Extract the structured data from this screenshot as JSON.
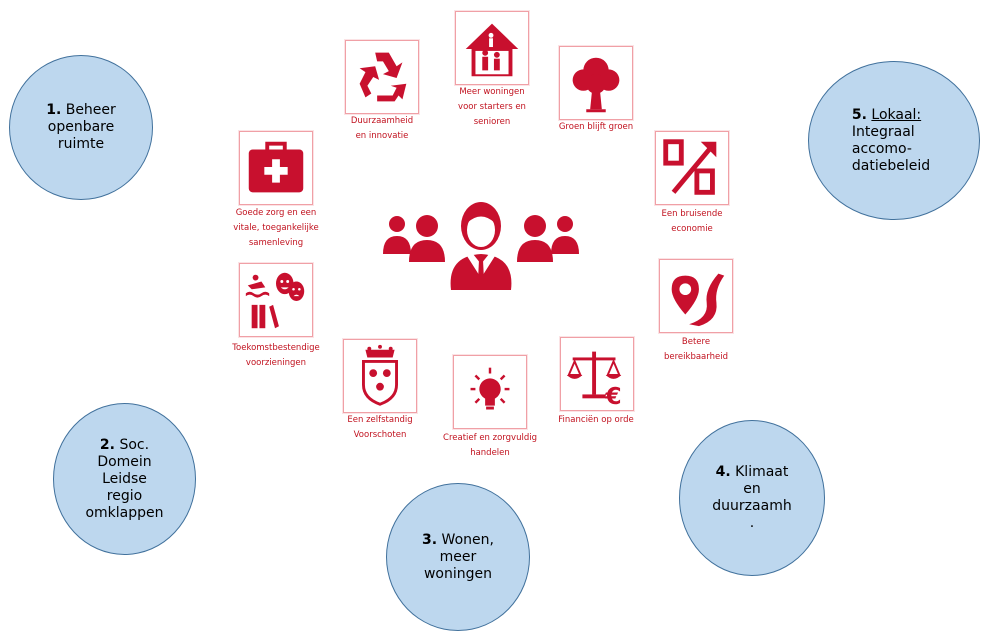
{
  "colors": {
    "red": "#c8102e",
    "ellipse_fill": "#bdd7ee",
    "ellipse_stroke": "#41719c"
  },
  "ellipses": [
    {
      "num": "1.",
      "lines": [
        "Beheer",
        "openbare",
        "ruimte"
      ]
    },
    {
      "num": "2.",
      "lines": [
        "Soc.",
        "Domein",
        "Leidse",
        "regio",
        "omklappen"
      ]
    },
    {
      "num": "3.",
      "lines": [
        "Wonen,",
        "meer",
        "woningen"
      ]
    },
    {
      "num": "4.",
      "lines": [
        "Klimaat",
        "en",
        "duurzaamh",
        "."
      ]
    },
    {
      "num": "5.",
      "underline": "Lokaal:",
      "lines": [
        "Integraal",
        "accomo-",
        "datiebeleid"
      ]
    }
  ],
  "themes": [
    {
      "icon": "house-family-icon",
      "lines": [
        "Meer woningen",
        "voor starters en",
        "senioren"
      ]
    },
    {
      "icon": "recycle-icon",
      "lines": [
        "Duurzaamheid",
        "en innovatie"
      ]
    },
    {
      "icon": "tree-icon",
      "lines": [
        "Groen blijft groen"
      ]
    },
    {
      "icon": "percent-icon",
      "lines": [
        "Een bruisende",
        "economie"
      ]
    },
    {
      "icon": "map-pin-road-icon",
      "lines": [
        "Betere",
        "bereikbaarheid"
      ]
    },
    {
      "icon": "scales-euro-icon",
      "lines": [
        "Financiën op orde"
      ]
    },
    {
      "icon": "lightbulb-icon",
      "lines": [
        "Creatief en zorgvuldig",
        "handelen"
      ]
    },
    {
      "icon": "crest-icon",
      "lines": [
        "Een zelfstandig",
        "Voorschoten"
      ]
    },
    {
      "icon": "swim-theatre-books-icon",
      "lines": [
        "Toekomstbestendige",
        "voorzieningen"
      ]
    },
    {
      "icon": "first-aid-kit-icon",
      "lines": [
        "Goede zorg en een",
        "vitale, toegankelijke",
        "samenleving"
      ]
    }
  ],
  "center_icon": "people-group-icon"
}
